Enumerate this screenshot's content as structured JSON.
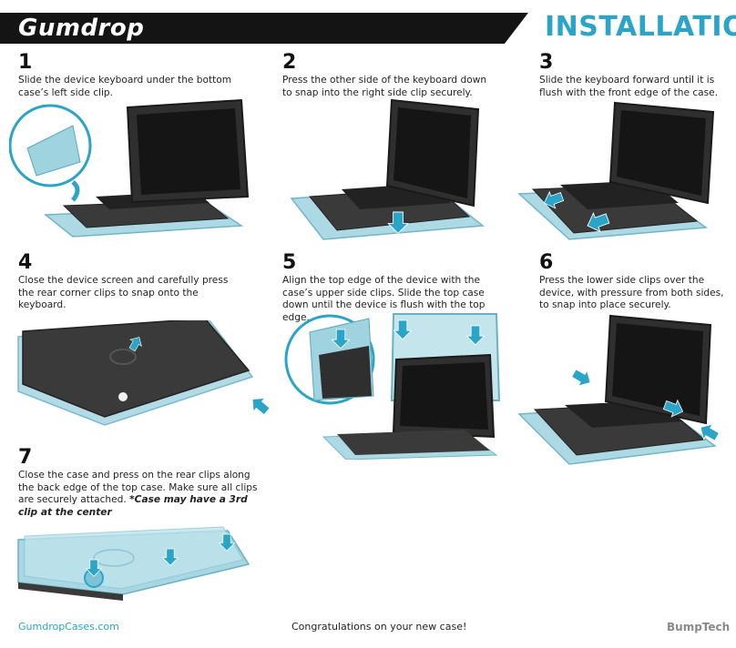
{
  "header": {
    "brand": "Gumdrop",
    "title": "INSTALLATION"
  },
  "steps": [
    {
      "number": "1",
      "text": "Slide the device keyboard under the bottom case’s left side clip."
    },
    {
      "number": "2",
      "text": "Press the other side of the keyboard down to snap into the right side clip securely."
    },
    {
      "number": "3",
      "text": "Slide the keyboard forward until it is flush with the front edge of the case."
    },
    {
      "number": "4",
      "text": "Close the device screen and carefully press the rear corner clips to snap onto the keyboard."
    },
    {
      "number": "5",
      "text": "Align the top edge of the device with the case’s upper side clips. Slide the top case down until the device is flush with the top edge."
    },
    {
      "number": "6",
      "text": "Press the lower side clips over the device, with pressure from both sides, to snap into place securely."
    },
    {
      "number": "7",
      "text": "Close the case and press on the rear clips along the back edge of the top case. Make sure all clips are securely attached.",
      "note": "*Case may have a 3rd clip at the center"
    }
  ],
  "footer": {
    "website": "GumdropCases.com",
    "message": "Congratulations on your new case!",
    "product": "BumpTech"
  },
  "colors": {
    "accent": "#2aa4c7",
    "case_tint": "#9fd3e0",
    "device": "#3a3a3a",
    "brand_bar": "#141414"
  }
}
